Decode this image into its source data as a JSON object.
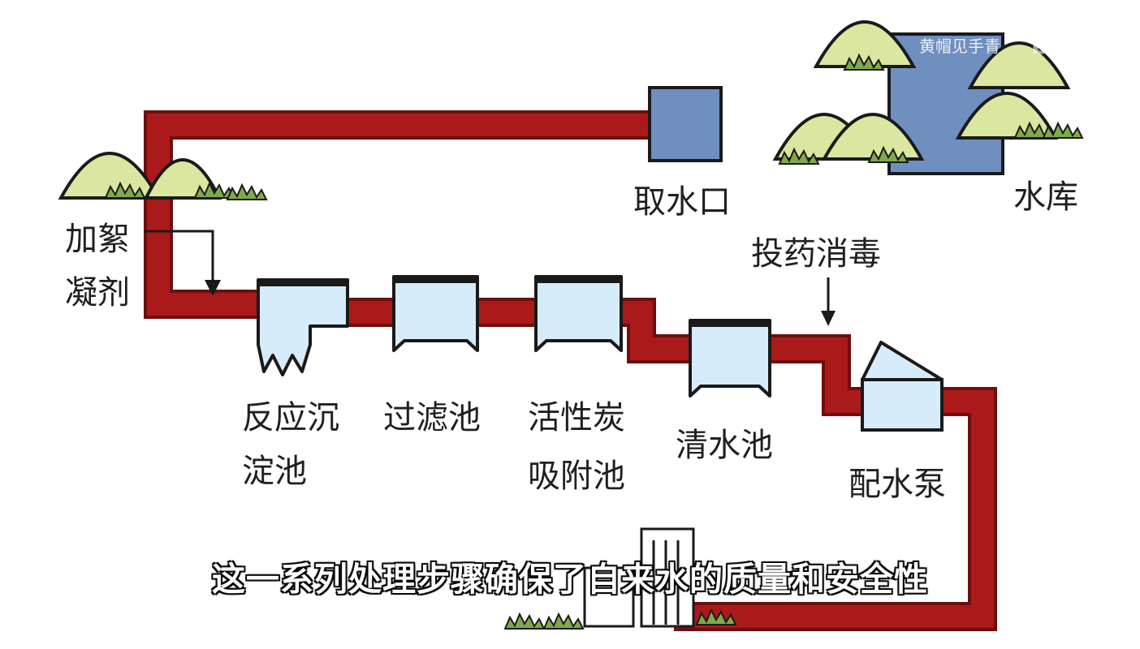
{
  "labels": {
    "reservoir": "水库",
    "intake": "取水口",
    "coagulant": [
      "加絮",
      "凝剂"
    ],
    "disinfection": "投药消毒",
    "sedimentation": [
      "反应沉",
      "淀池"
    ],
    "filter": "过滤池",
    "carbon": [
      "活性炭",
      "吸附池"
    ],
    "clear_water": "清水池",
    "pump": "配水泵"
  },
  "subtitle": "这一系列处理步骤确保了自来水的质量和安全性",
  "watermark": {
    "author": "黄帽见手青",
    "logo": "bilibili"
  },
  "colors": {
    "pipe": "#aa1a1a",
    "pipe_edge": "#6e0e0e",
    "water": "#d6ecfb",
    "reservoir": "#6f8fbf",
    "hill": "#dbe6a0",
    "grass": "#7faa4a"
  }
}
